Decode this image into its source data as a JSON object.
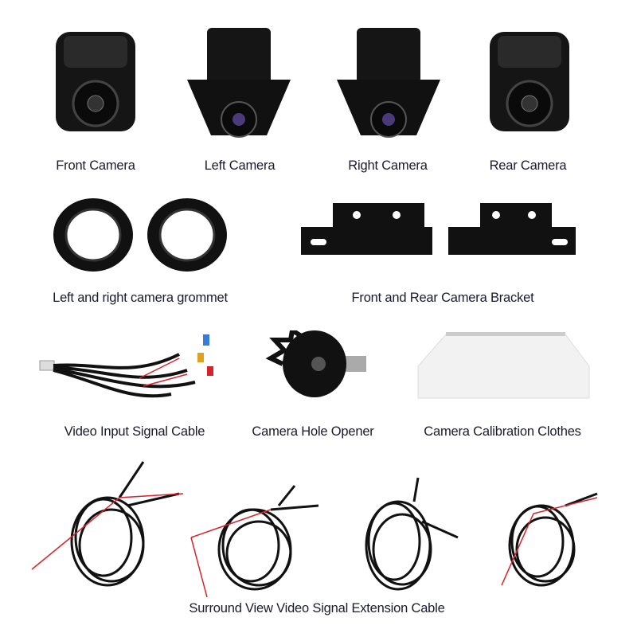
{
  "labels": {
    "front_camera": "Front Camera",
    "left_camera": "Left Camera",
    "right_camera": "Right Camera",
    "rear_camera": "Rear Camera",
    "grommet": "Left and right camera grommet",
    "bracket": "Front and Rear Camera Bracket",
    "video_cable": "Video Input Signal Cable",
    "hole_opener": "Camera Hole Opener",
    "calibration": "Camera Calibration Clothes",
    "extension_cable": "Surround View Video Signal Extension Cable"
  },
  "colors": {
    "text": "#1a1a2e",
    "product": "#111111",
    "wire_red": "#d8232a"
  }
}
